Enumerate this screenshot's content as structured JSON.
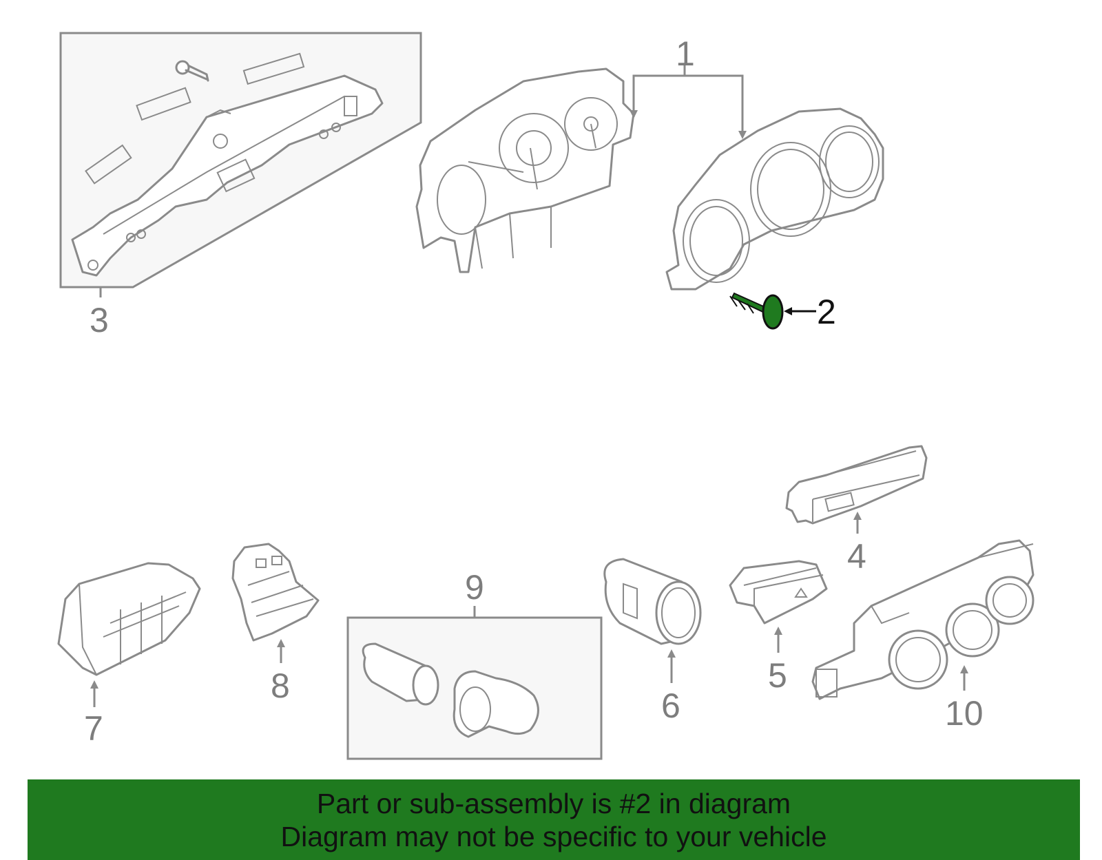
{
  "callouts": {
    "c1": "1",
    "c2": "2",
    "c3": "3",
    "c4": "4",
    "c5": "5",
    "c6": "6",
    "c7": "7",
    "c8": "8",
    "c9": "9",
    "c10": "10"
  },
  "highlight": {
    "part": "2",
    "color": "#1f7a1f"
  },
  "banner": {
    "line1": "Part or sub-assembly is #2 in diagram",
    "line2": "Diagram may not be specific to your vehicle",
    "background": "#1f7a1f"
  }
}
